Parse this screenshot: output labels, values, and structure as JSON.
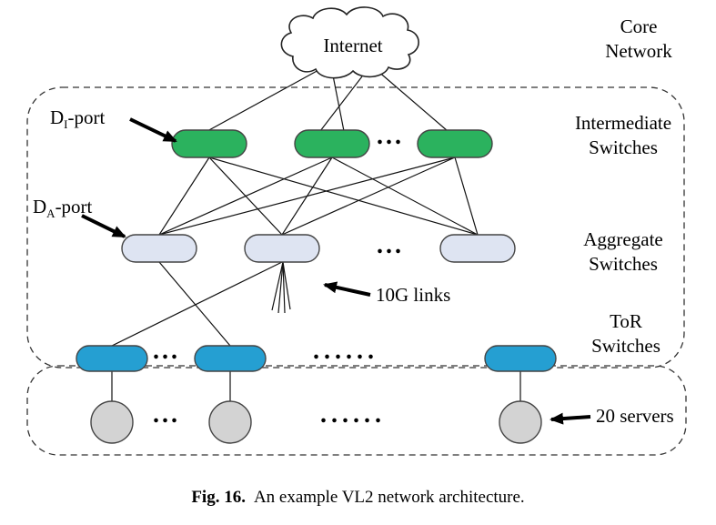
{
  "cloud": {
    "label": "Internet"
  },
  "side_labels": {
    "core_line1": "Core",
    "core_line2": "Network",
    "intermediate_line1": "Intermediate",
    "intermediate_line2": "Switches",
    "aggregate_line1": "Aggregate",
    "aggregate_line2": "Switches",
    "tor_line1": "ToR",
    "tor_line2": "Switches",
    "servers": "20 servers"
  },
  "callouts": {
    "di_port": {
      "base": "D",
      "sub": "I",
      "rest": "-port"
    },
    "da_port": {
      "base": "D",
      "sub": "A",
      "rest": "-port"
    },
    "links_label": "10G links"
  },
  "ellipses": {
    "intermediate": "...",
    "aggregate": "...",
    "tor_short": "...",
    "tor_long": "......",
    "servers_short": "...",
    "servers_long": "......"
  },
  "caption": {
    "label": "Fig. 16.",
    "text": "An example VL2 network architecture."
  },
  "colors": {
    "intermediate_switch": "#2bb25e",
    "aggregate_switch": "#dee4f2",
    "tor_switch": "#259fd2",
    "server": "#d3d3d3",
    "cloud_fill": "#ffffff",
    "line": "#111111"
  }
}
